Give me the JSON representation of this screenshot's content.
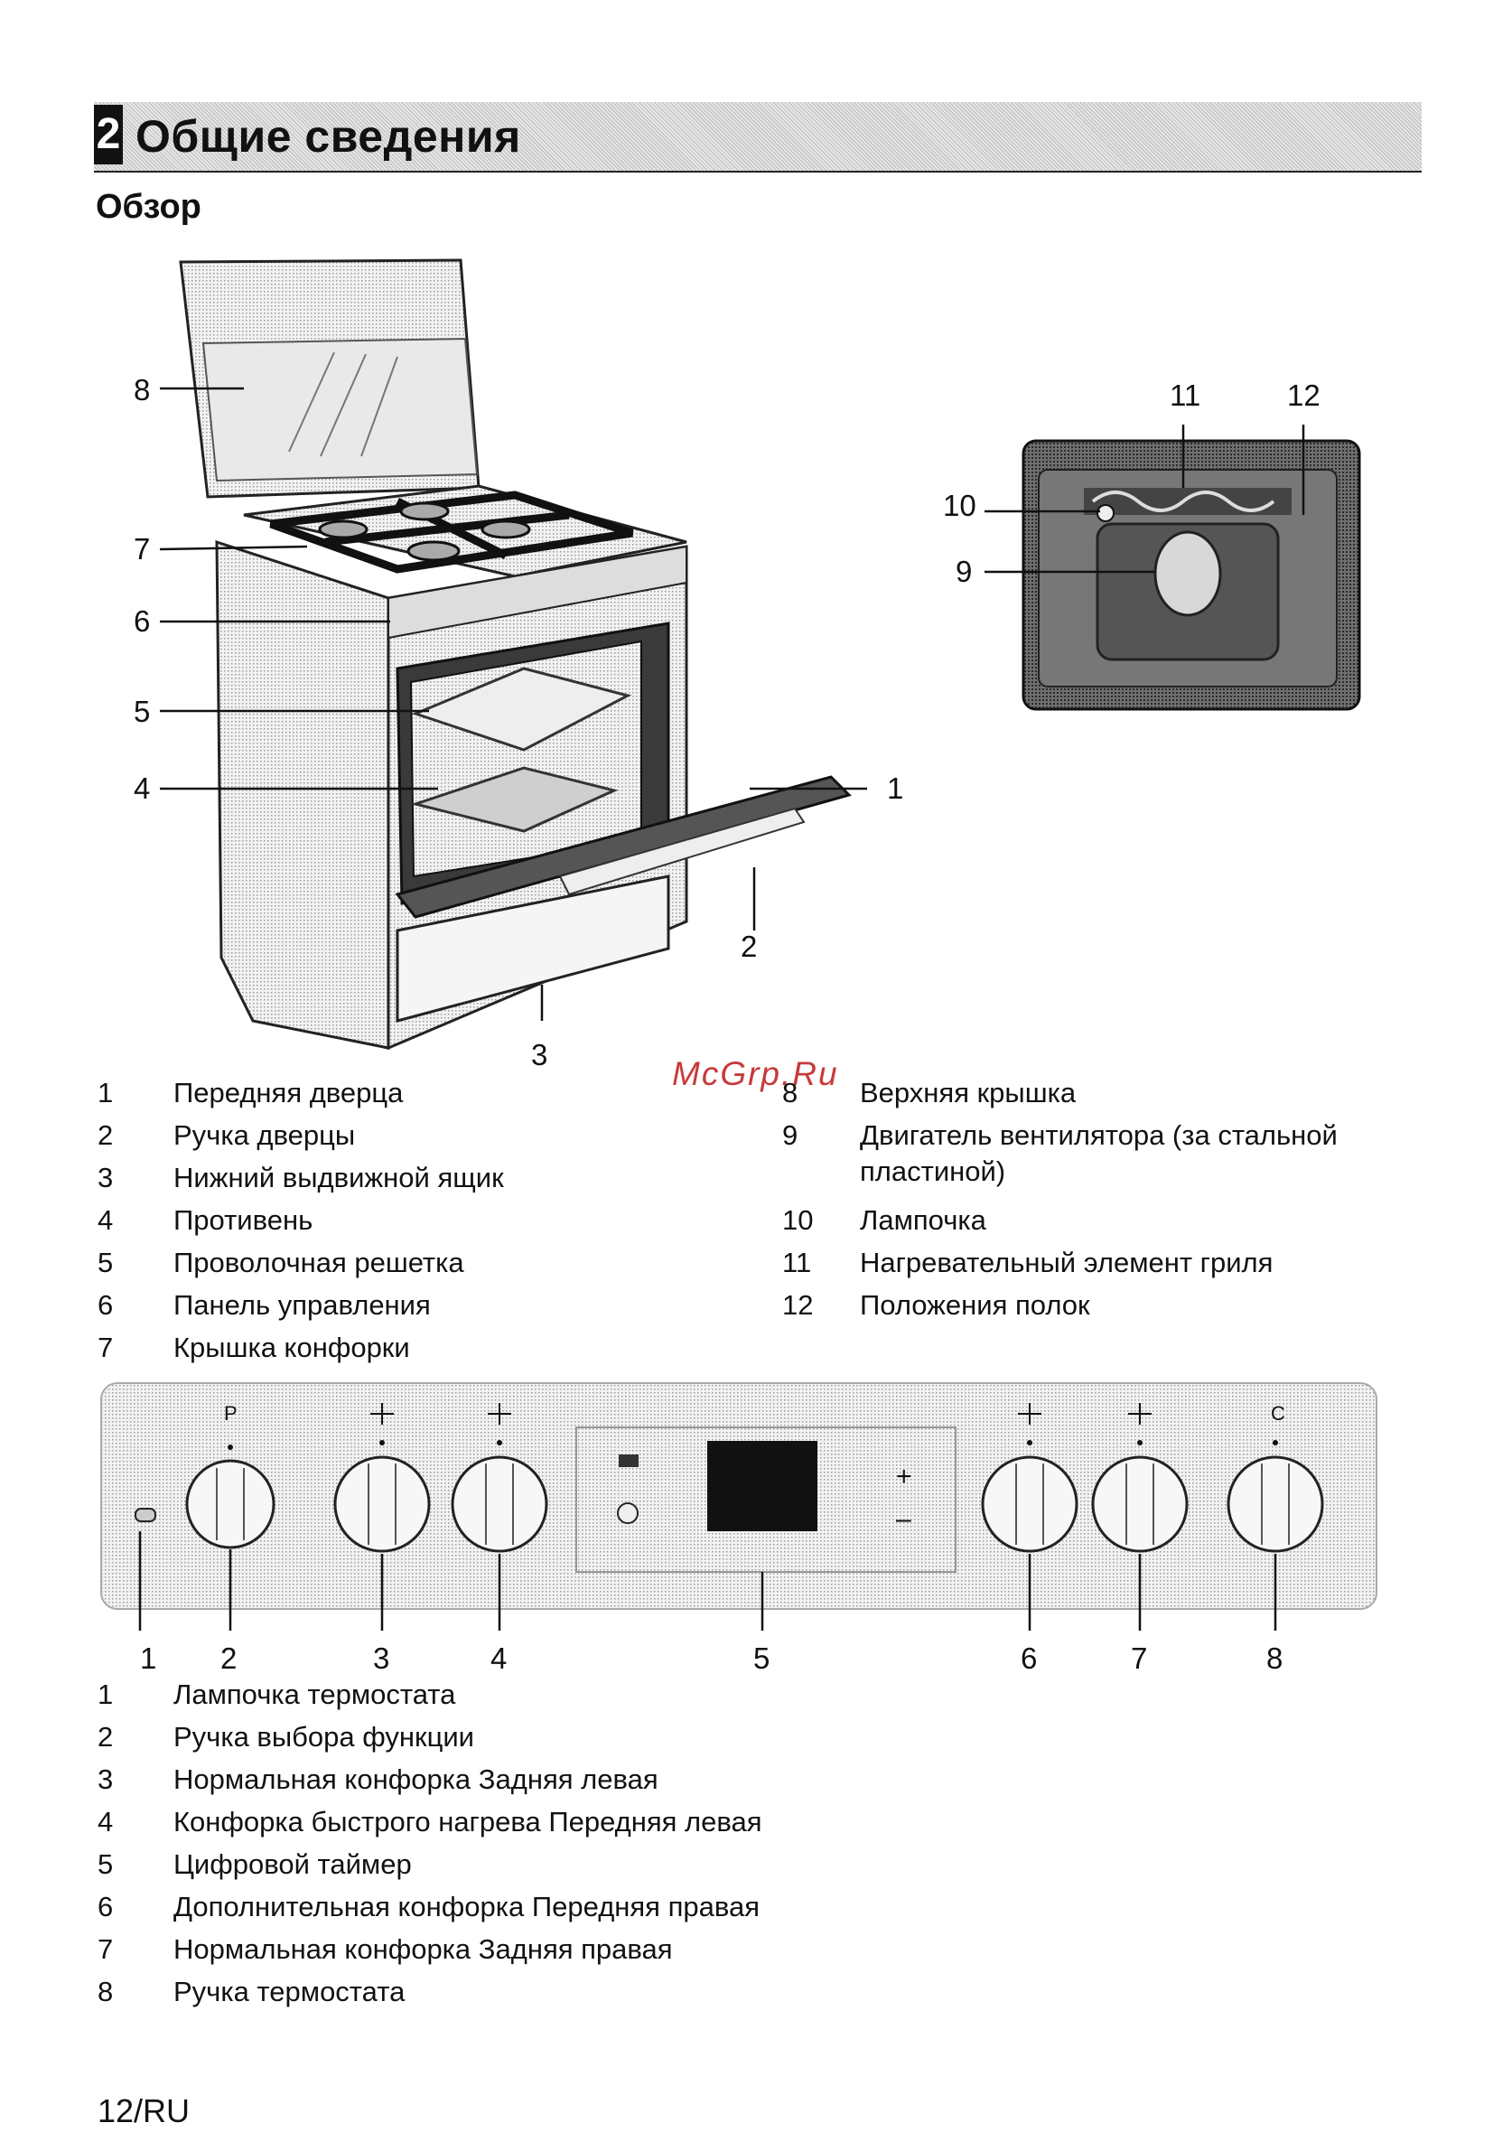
{
  "section": {
    "number": "2",
    "title": "Общие сведения"
  },
  "subtitle": "Обзор",
  "stove_callouts": [
    "8",
    "7",
    "6",
    "5",
    "4",
    "1",
    "2",
    "3"
  ],
  "oven_callouts": [
    "11",
    "12",
    "10",
    "9"
  ],
  "watermark": "McGrp.Ru",
  "parts_left": [
    {
      "n": "1",
      "text": "Передняя дверца"
    },
    {
      "n": "2",
      "text": "Ручка дверцы"
    },
    {
      "n": "3",
      "text": "Нижний выдвижной ящик"
    },
    {
      "n": "4",
      "text": "Противень"
    },
    {
      "n": "5",
      "text": "Проволочная решетка"
    },
    {
      "n": "6",
      "text": "Панель управления"
    },
    {
      "n": "7",
      "text": "Крышка конфорки"
    }
  ],
  "parts_right": [
    {
      "n": "8",
      "text": "Верхняя крышка"
    },
    {
      "n": "9",
      "text": "Двигатель вентилятора (за стальной",
      "text2": "пластиной)"
    },
    {
      "n": "10",
      "text": "Лампочка"
    },
    {
      "n": "11",
      "text": "Нагревательный элемент гриля"
    },
    {
      "n": "12",
      "text": "Положения полок"
    }
  ],
  "panel": {
    "knob_symbols": [
      "P",
      "",
      "",
      "",
      "",
      "C"
    ],
    "timer_plus": "+",
    "timer_minus": "–",
    "callouts": [
      "1",
      "2",
      "3",
      "4",
      "5",
      "6",
      "7",
      "8"
    ]
  },
  "controls": [
    {
      "n": "1",
      "text": "Лампочка термостата"
    },
    {
      "n": "2",
      "text": "Ручка выбора функции"
    },
    {
      "n": "3",
      "text": "Нормальная конфорка Задняя левая"
    },
    {
      "n": "4",
      "text": "Конфорка быстрого нагрева Передняя левая"
    },
    {
      "n": "5",
      "text": "Цифровой таймер"
    },
    {
      "n": "6",
      "text": "Дополнительная конфорка Передняя правая"
    },
    {
      "n": "7",
      "text": "Нормальная конфорка Задняя правая"
    },
    {
      "n": "8",
      "text": "Ручка термостата"
    }
  ],
  "page_number": "12/RU"
}
